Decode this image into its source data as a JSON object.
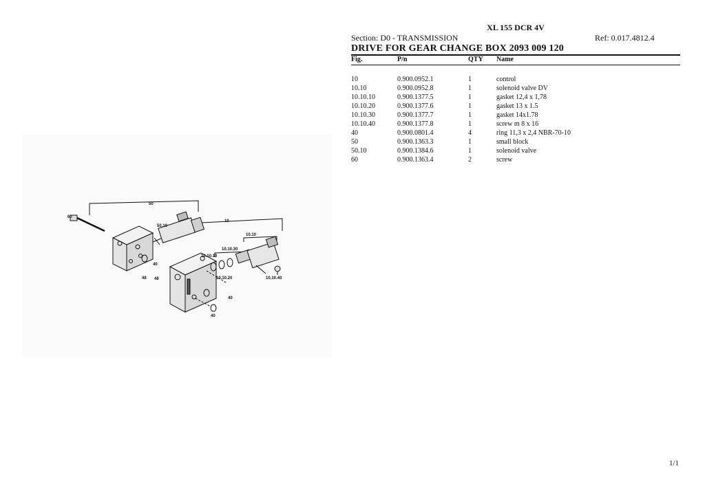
{
  "header": {
    "model": "XL 155 DCR 4V",
    "section": "Section: D0 - TRANSMISSION",
    "ref": "Ref: 0.017.4812.4",
    "group_title": "DRIVE FOR GEAR CHANGE BOX 2093 009 120"
  },
  "table": {
    "columns": {
      "fig": "Fig.",
      "pn": "P/n",
      "qty": "QTY",
      "name": "Name"
    },
    "rows": [
      {
        "fig": "10",
        "pn": "0.900.0952.1",
        "qty": "1",
        "name": "control"
      },
      {
        "fig": "10.10",
        "pn": "0.900.0952.8",
        "qty": "1",
        "name": "solenoid valve DV"
      },
      {
        "fig": "10.10.10",
        "pn": "0.900.1377.5",
        "qty": "1",
        "name": "gasket 12,4 x 1,78"
      },
      {
        "fig": "10.10.20",
        "pn": "0.900.1377.6",
        "qty": "1",
        "name": "gasket 13 x 1.5"
      },
      {
        "fig": "10.10.30",
        "pn": "0.900.1377.7",
        "qty": "1",
        "name": "gasket 14x1.78"
      },
      {
        "fig": "10.10.40",
        "pn": "0.900.1377.8",
        "qty": "1",
        "name": "screw m 8 x 16"
      },
      {
        "fig": "40",
        "pn": "0.900.0801.4",
        "qty": "4",
        "name": "ring 11,3 x 2,4 NBR-70-10"
      },
      {
        "fig": "50",
        "pn": "0.900.1363.3",
        "qty": "1",
        "name": "small block"
      },
      {
        "fig": "50.10",
        "pn": "0.900.1384.6",
        "qty": "1",
        "name": "solenoid valve"
      },
      {
        "fig": "60",
        "pn": "0.900.1363.4",
        "qty": "2",
        "name": "screw"
      }
    ]
  },
  "diagram": {
    "callouts": {
      "c50": "50",
      "c60": "60",
      "c5010": "50.10",
      "c10": "10",
      "c1010": "10.10",
      "c101030": "10.10.30",
      "c101010": "10.10.10",
      "c40a": "40",
      "c48a": "48",
      "c48b": "48",
      "c101020": "10.10.20",
      "c101040": "10.10.40",
      "c40b": "40",
      "c40c": "40"
    }
  },
  "footer": {
    "page": "1/1"
  }
}
